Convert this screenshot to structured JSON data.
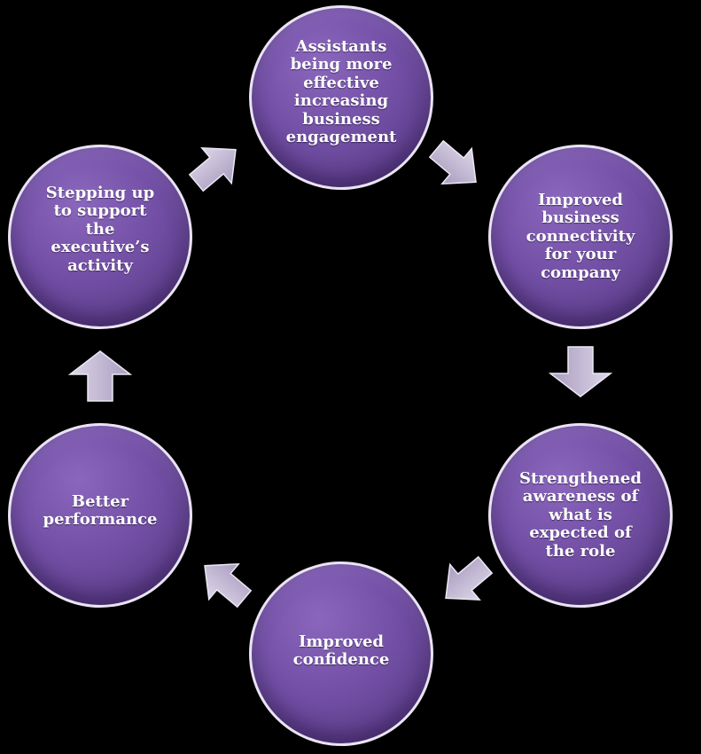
{
  "diagram": {
    "background_color": "#000000",
    "node_color": "#7350a6",
    "arrow_color": "#c9c0d8",
    "cycle_nodes": [
      {
        "label": "Assistants\nbeing more\neffective\nincreasing\nbusiness\nengagement"
      },
      {
        "label": "Improved\nbusiness\nconnectivity\nfor your\ncompany"
      },
      {
        "label": "Strengthened\nawareness of\nwhat is\nexpected of\nthe role"
      },
      {
        "label": "Improved\nconfidence"
      },
      {
        "label": "Better\nperformance"
      },
      {
        "label": "Stepping up\nto support\nthe\nexecutive’s\nactivity"
      }
    ],
    "arrows": [
      {
        "from": 0,
        "to": 1,
        "icon": "arrow-down-right-icon"
      },
      {
        "from": 1,
        "to": 2,
        "icon": "arrow-down-icon"
      },
      {
        "from": 2,
        "to": 3,
        "icon": "arrow-down-left-icon"
      },
      {
        "from": 3,
        "to": 4,
        "icon": "arrow-up-left-icon"
      },
      {
        "from": 4,
        "to": 5,
        "icon": "arrow-up-icon"
      },
      {
        "from": 5,
        "to": 0,
        "icon": "arrow-up-right-icon"
      }
    ]
  }
}
